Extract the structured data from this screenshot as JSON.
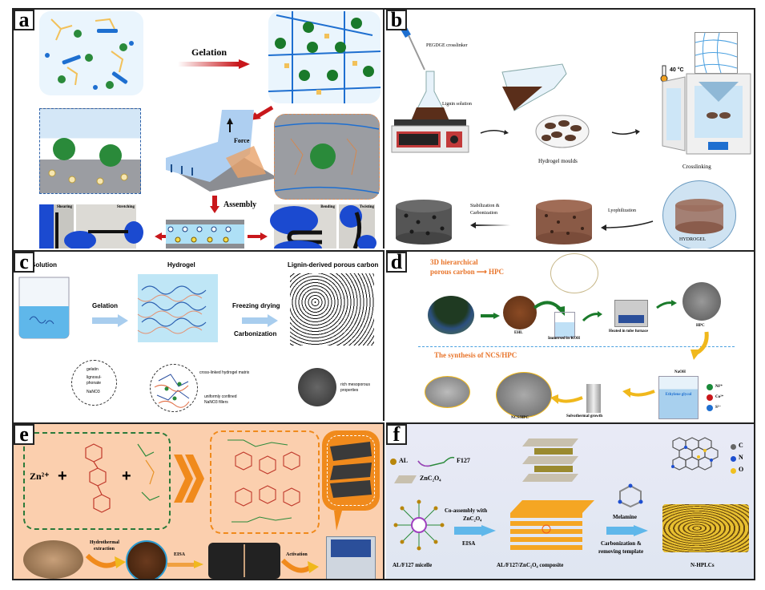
{
  "panels": {
    "a": {
      "letter": "a",
      "gelation": "Gelation",
      "force": "Force",
      "assembly": "Assembly",
      "photos": [
        "Shearing",
        "Stretching",
        "Bending",
        "Twisting"
      ]
    },
    "b": {
      "letter": "b",
      "crosslinker": "PEGDGE crosslinker",
      "lignin_solution": "Lignin solution",
      "moulds": "Hydrogel moulds",
      "temperature": "40 °C",
      "crosslinking": "Crosslinking",
      "hydrogel": "HYDROGEL",
      "lyophilization": "Lyophilization",
      "stabilization": "Stabilization &",
      "carbonization": "Carbonization"
    },
    "c": {
      "letter": "c",
      "solution": "Solution",
      "hydrogel": "Hydrogel",
      "porous_carbon": "Lignin-derived porous carbon",
      "gelation": "Gelation",
      "freezing": "Freezing drying",
      "carbonization": "Carbonization",
      "legend": [
        "gelatin",
        "lignosul-",
        "phonate",
        "NaNO3"
      ],
      "matrix": "cross-linked hydrogel matrix",
      "fillers_1": "uniformly confined",
      "fillers_2": "NaNO3 fillers",
      "meso_1": "rich mesoporous",
      "meso_2": "properties"
    },
    "d": {
      "letter": "d",
      "title_1": "3D  hierarchical",
      "title_2": "porous carbon ⟶ HPC",
      "ehl": "EHL",
      "koh": "Immersed in KOH",
      "furnace": "Heated in tube furnace",
      "hpc": "HPC",
      "synthesis": "The synthesis of NCS/HPC",
      "naoh": "NaOH",
      "ethylene": "Ethylene glycol",
      "ions": [
        "Ni²⁺",
        "Co²⁺",
        "S²⁻"
      ],
      "solvothermal": "Solvothermal growth",
      "ncs": "NCS/HPC"
    },
    "e": {
      "letter": "e",
      "zn": "Zn²⁺",
      "plus": "+",
      "hydrothermal_1": "Hydrothermal",
      "hydrothermal_2": "extraction",
      "eisa": "EISA",
      "activation": "Activation"
    },
    "f": {
      "letter": "f",
      "legend_al": "AL",
      "legend_f127": "F127",
      "legend_zn": "ZnC₂O₄",
      "coassembly_1": "Co-assembly with",
      "coassembly_2": "ZnC₂O₄",
      "eisa": "EISA",
      "micelle": "AL/F127 micelle",
      "composite": "AL/F127/ZnC₂O₄ composite",
      "melamine": "Melamine",
      "carb_1": "Carbonization &",
      "carb_2": "removing template",
      "nhplc": "N-HPLCs",
      "atoms": [
        "C",
        "N",
        "O"
      ]
    }
  },
  "colors": {
    "red_arrow": "#c8171b",
    "blue": "#1e6fd0",
    "green": "#1a7a2a",
    "orange": "#f08a1c",
    "peach": "#fbcfae",
    "dark": "#222222"
  }
}
